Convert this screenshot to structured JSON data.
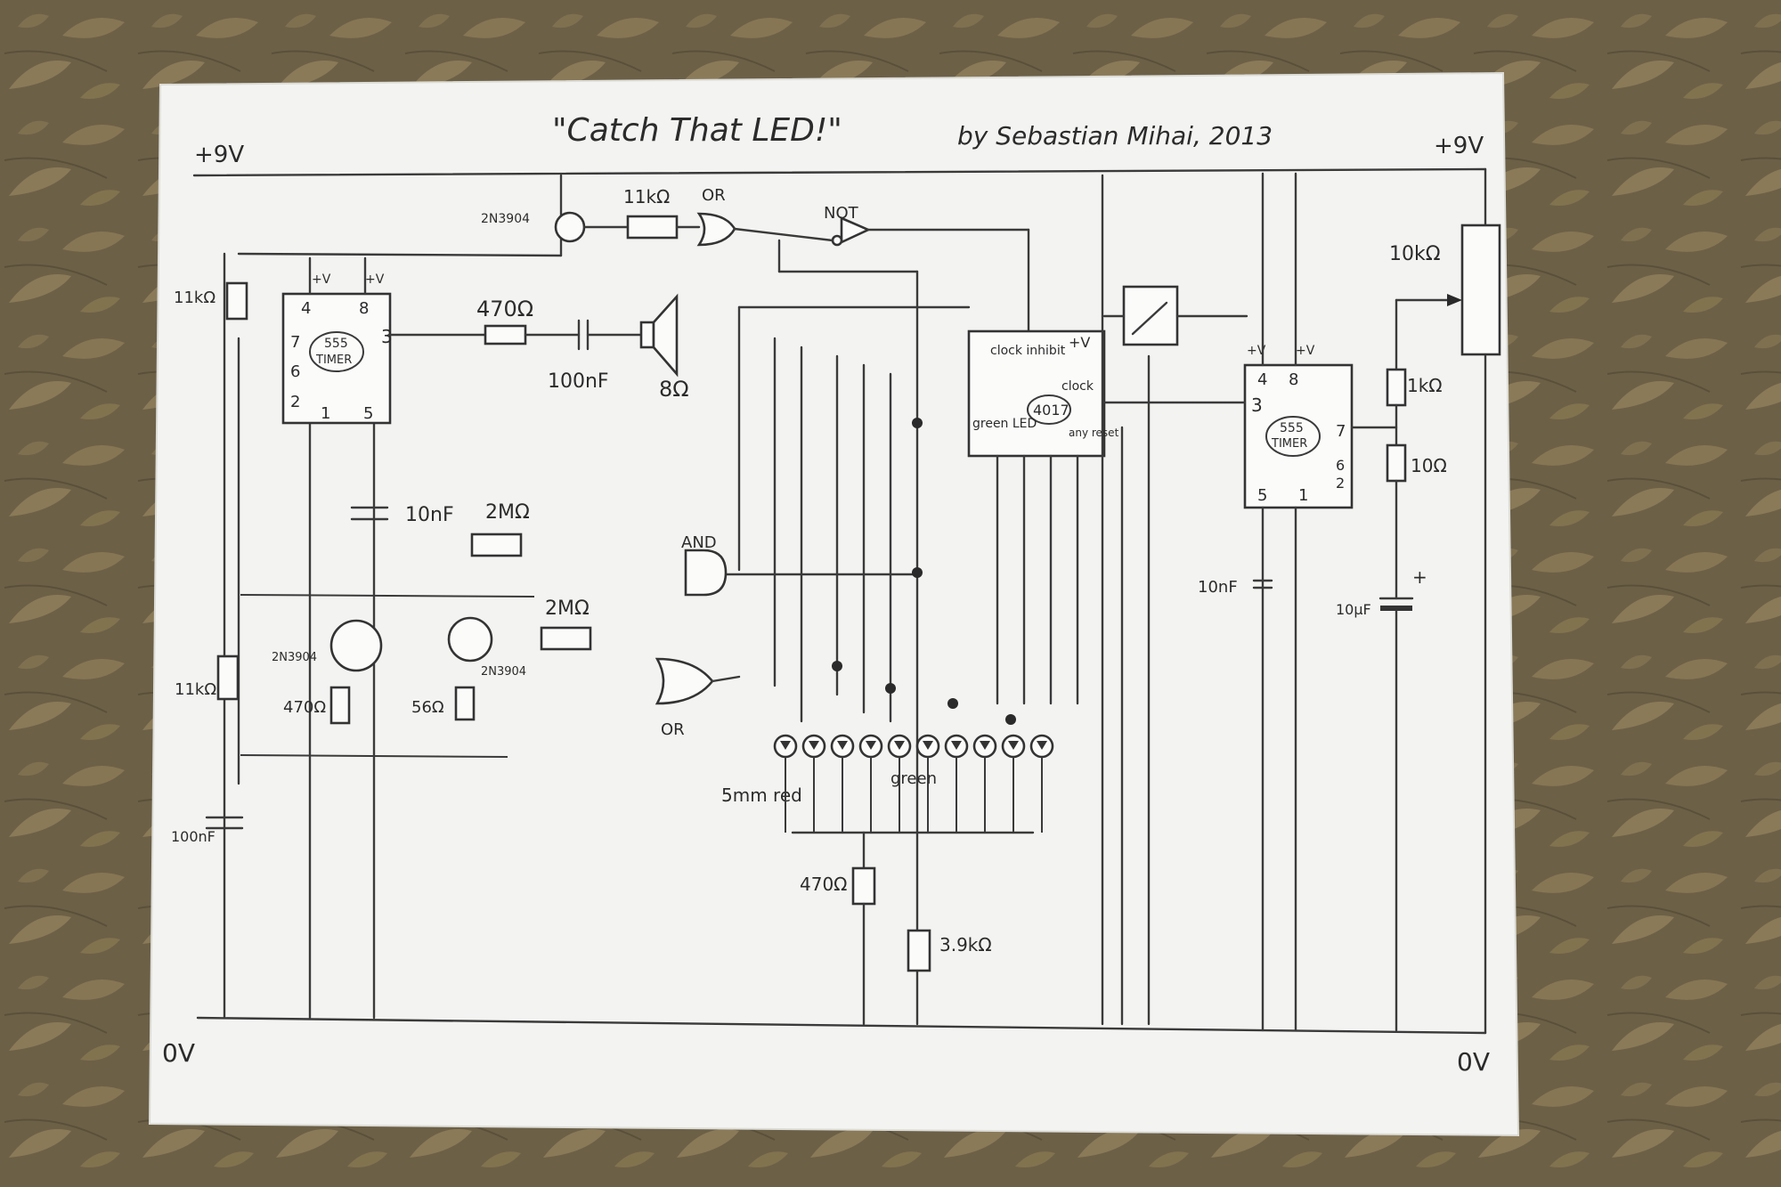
{
  "title": "\"Catch That LED!\"",
  "byline": "by Sebastian Mihai, 2013",
  "rails": {
    "plus_left": "+9V",
    "plus_right": "+9V",
    "zero_left": "0V",
    "zero_right": "0V"
  },
  "ic1": {
    "name": "555",
    "sub": "TIMER",
    "pins": [
      "4",
      "8",
      "7",
      "6",
      "2",
      "1",
      "5",
      "3"
    ],
    "vplus": "+V"
  },
  "ic2": {
    "name": "555",
    "sub": "TIMER",
    "pins": [
      "4",
      "8",
      "3",
      "7",
      "6",
      "2",
      "5",
      "1"
    ],
    "vplus": "+V"
  },
  "counter": {
    "name": "4017",
    "clock_inhibit": "clock inhibit",
    "clock": "clock",
    "any_reset": "any reset",
    "green_led": "green LED",
    "vplus": "+V"
  },
  "components": {
    "r_11k_top": "11kΩ",
    "r_11k_left": "11kΩ",
    "r_11k_mid": "11kΩ",
    "r_470_spk": "470Ω",
    "c_100n_spk": "100nF",
    "spk": "8Ω",
    "c_10n": "10nF",
    "r_2m_a": "2MΩ",
    "r_2m_b": "2MΩ",
    "r_470_q": "470Ω",
    "r_56": "56Ω",
    "c_100n_left": "100nF",
    "r_470_led": "470Ω",
    "r_3k9": "3.9kΩ",
    "r_10k_pot": "10kΩ",
    "r_1k": "1kΩ",
    "r_10": "10Ω",
    "c_10n_right": "10nF",
    "c_10u": "10μF",
    "c_plus": "+"
  },
  "transistors": {
    "q_top": "2N3904",
    "q_left": "2N3904",
    "q_right": "2N3904"
  },
  "gates": {
    "or_top": "OR",
    "not": "NOT",
    "and": "AND",
    "or_bottom": "OR"
  },
  "leds": {
    "red_label": "5mm red",
    "green_label": "green",
    "count": 10
  }
}
